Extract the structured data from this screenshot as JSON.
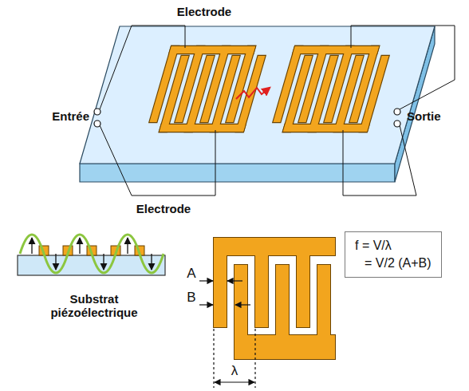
{
  "diagram": {
    "nodes": [
      {
        "text": [
          "f = V/λ",
          "= V/2 (A+B)"
        ]
      }
    ],
    "labels": [
      "Electrode",
      "Entrée",
      "Sortie",
      "Electrode",
      "Substrat piézoélectrique",
      "A",
      "B",
      "λ"
    ]
  }
}
